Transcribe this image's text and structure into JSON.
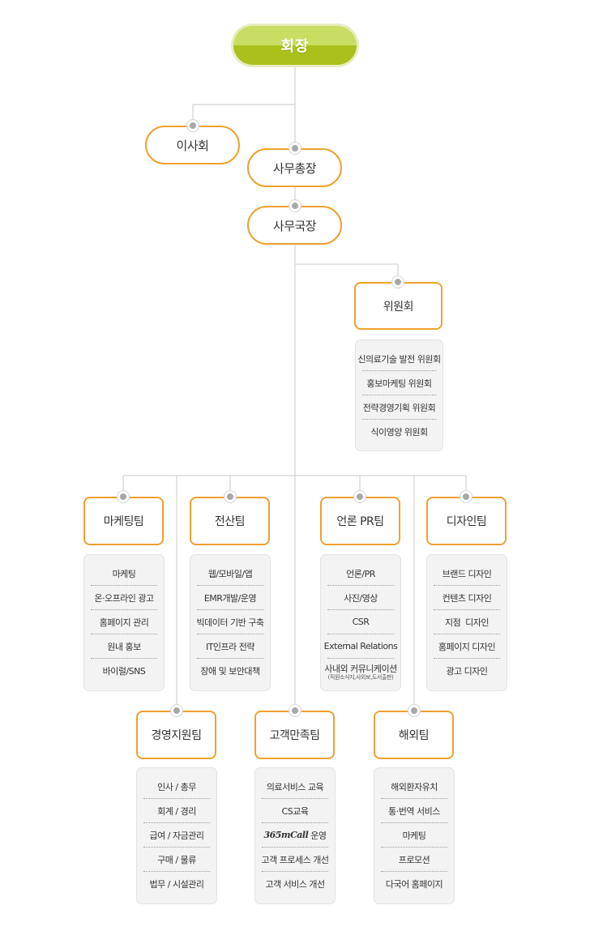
{
  "root": {
    "label": "회장"
  },
  "board": {
    "label": "이사회"
  },
  "secretary_general": {
    "label": "사무총장"
  },
  "secretary_director": {
    "label": "사무국장"
  },
  "committee": {
    "label": "위원회",
    "items": [
      "신의료기술 발전 위원회",
      "홍보마케팅 위원회",
      "전략경영기획 위원회",
      "식이영양 위원회"
    ]
  },
  "teams": {
    "marketing": {
      "label": "마케팅팀",
      "items": [
        "마케팅",
        "온·오프라인 광고",
        "홈페이지 관리",
        "원내 홍보",
        "바이럴/SNS"
      ]
    },
    "it": {
      "label": "전산팀",
      "items": [
        "웹/모바일/앱",
        "EMR개발/운영",
        "빅데이터 기반 구축",
        "IT인프라 전략",
        "장애 및 보안대책"
      ]
    },
    "pr": {
      "label": "언론 PR팀",
      "items": [
        "언론/PR",
        "사진/영상",
        "CSR",
        "External Relations"
      ],
      "last_item": "사내외 커뮤니케이션",
      "last_item_sub": "(직원소식지,사외보,도서출판)"
    },
    "design": {
      "label": "디자인팀",
      "items": [
        "브랜드 디자인",
        "컨텐츠 디자인",
        "지점  디자인",
        "홈페이지 디자인",
        "광고 디자인"
      ]
    },
    "management": {
      "label": "경영지원팀",
      "items": [
        "인사 / 총무",
        "회계 / 경리",
        "급여 / 자금관리",
        "구매 / 물류",
        "법무 / 시설관리"
      ]
    },
    "cs": {
      "label": "고객만족팀",
      "items": [
        "의료서비스 교육",
        "CS교육"
      ],
      "brand": "365mCall",
      "brand_suffix": "운영",
      "items_after": [
        "고객 프로세스 개선",
        "고객 서비스 개선"
      ]
    },
    "overseas": {
      "label": "해외팀",
      "items": [
        "해외환자유치",
        "통·번역 서비스",
        "마케팅",
        "프로모션",
        "다국어 홈페이지"
      ]
    }
  },
  "colors": {
    "node_border": "#f0a030",
    "root_light": "#c9dd62",
    "root_dark": "#a9c11a",
    "connector": "#c8c8c8",
    "panel_bg": "#f3f3f3"
  }
}
